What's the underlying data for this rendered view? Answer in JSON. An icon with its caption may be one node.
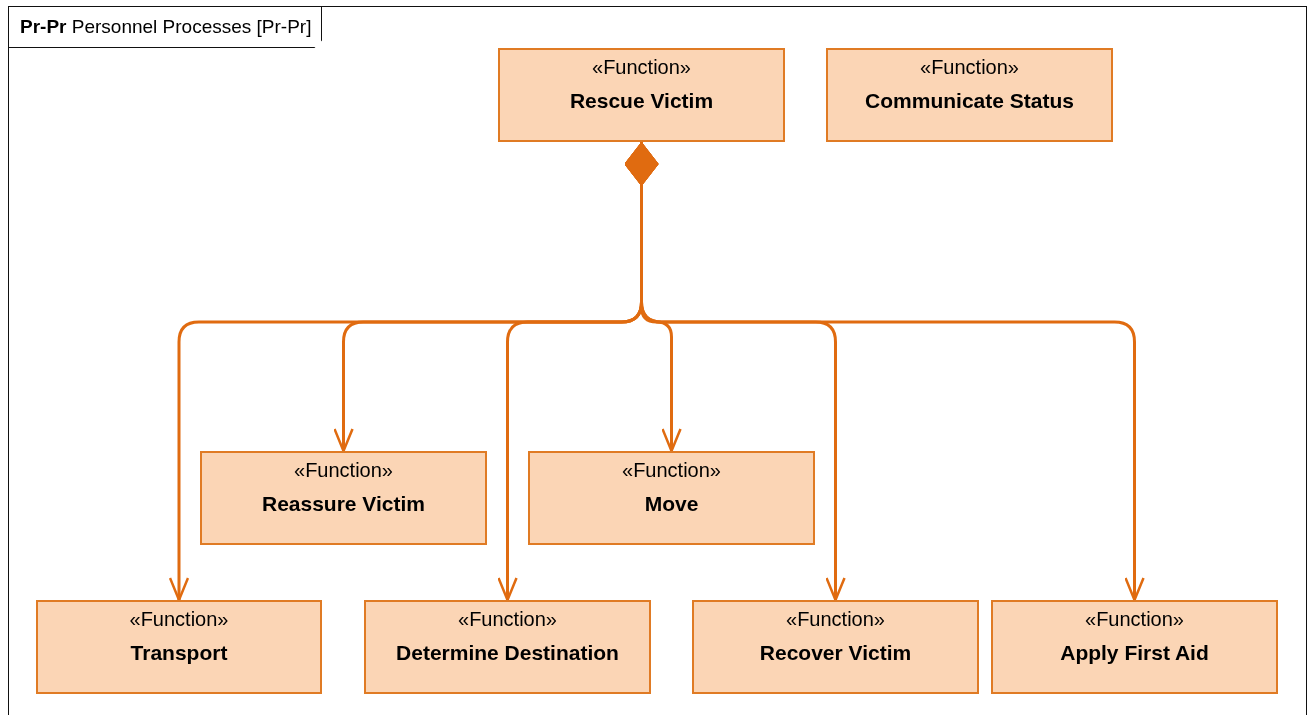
{
  "diagram": {
    "title": "**Pr-Pr** Personnel Processes [Pr-Pr]",
    "nodes": [
      {
        "text": [
          "«Function»",
          "Rescue Victim"
        ]
      },
      {
        "text": [
          "«Function»",
          "Communicate Status"
        ]
      },
      {
        "text": [
          "«Function»",
          "Reassure Victim"
        ]
      },
      {
        "text": [
          "«Function»",
          "Move"
        ]
      },
      {
        "text": [
          "«Function»",
          "Transport"
        ]
      },
      {
        "text": [
          "«Function»",
          "Determine Destination"
        ]
      },
      {
        "text": [
          "«Function»",
          "Recover Victim"
        ]
      },
      {
        "text": [
          "«Function»",
          "Apply First Aid"
        ]
      }
    ],
    "edges": [
      {
        "from": 0,
        "to": 4,
        "arrow": "to"
      },
      {
        "from": 0,
        "to": 2,
        "arrow": "to"
      },
      {
        "from": 0,
        "to": 5,
        "arrow": "to"
      },
      {
        "from": 0,
        "to": 3,
        "arrow": "to"
      },
      {
        "from": 0,
        "to": 6,
        "arrow": "to"
      },
      {
        "from": 0,
        "to": 7,
        "arrow": "to"
      }
    ]
  }
}
